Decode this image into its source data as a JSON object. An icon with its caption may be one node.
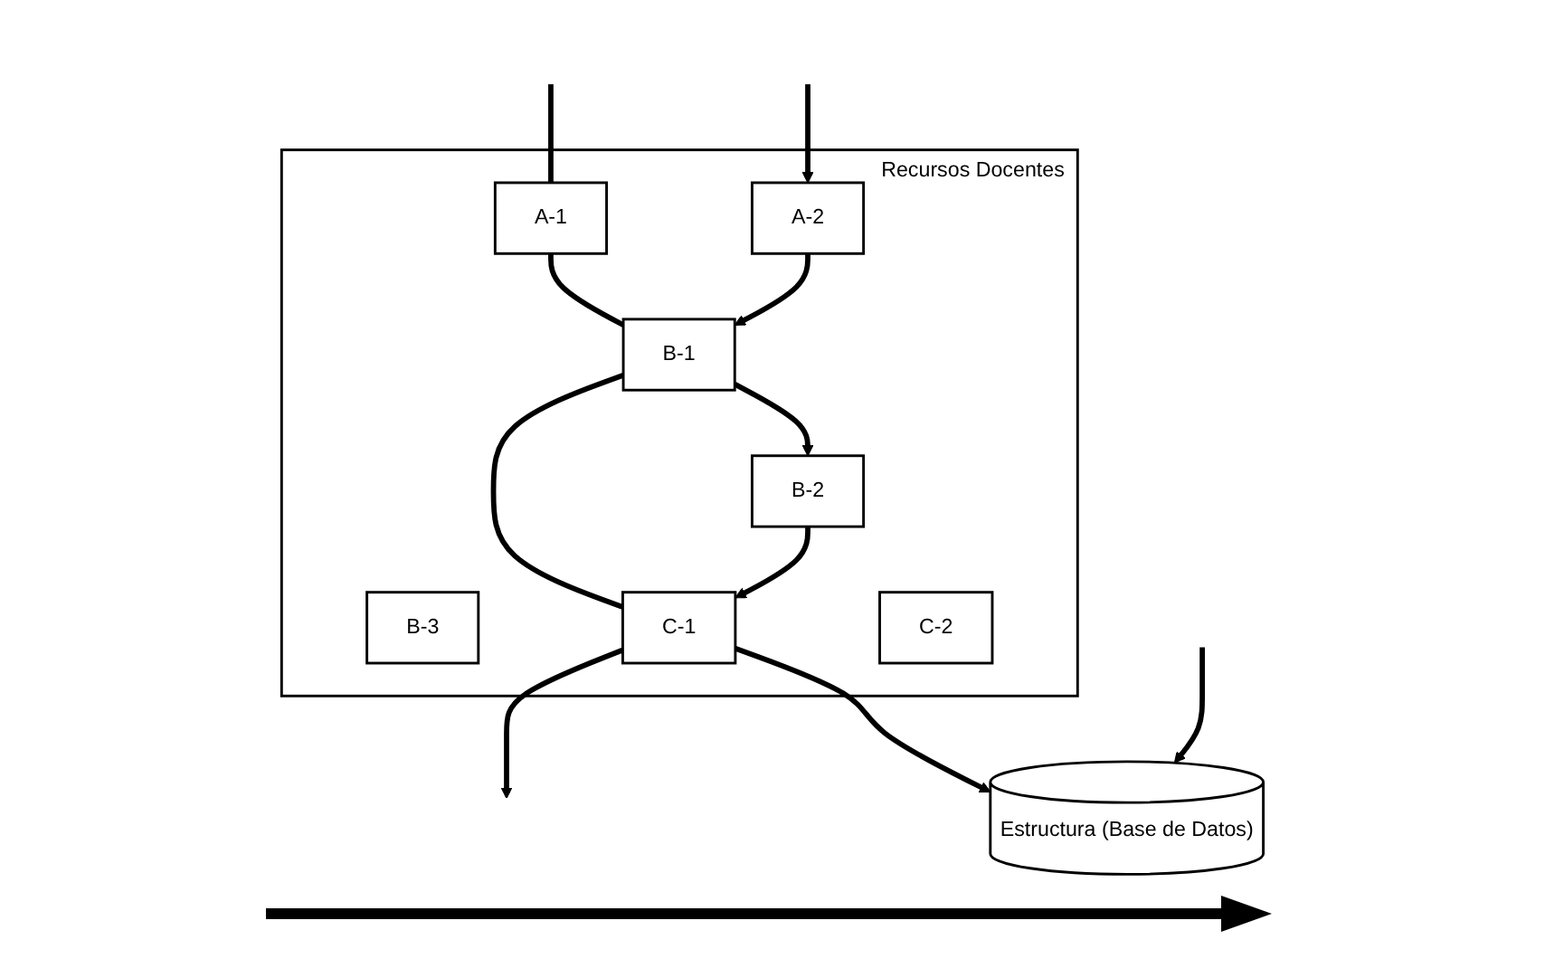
{
  "diagram": {
    "nodes": [
      {
        "text": [
          "Recursos Docentes"
        ]
      },
      {
        "text": [
          "A-1"
        ],
        "in": 0
      },
      {
        "text": [
          "A-2"
        ],
        "in": 0
      },
      {
        "text": [
          "B-1"
        ],
        "in": 0
      },
      {
        "text": [
          "B-2"
        ],
        "in": 0
      },
      {
        "text": [
          "B-3"
        ],
        "in": 0
      },
      {
        "text": [
          "C-1"
        ],
        "in": 0
      },
      {
        "text": [
          "C-2"
        ],
        "in": 0
      },
      {
        "text": [
          "Estructura (Base de Datos)"
        ]
      }
    ],
    "edges": [
      {
        "from": null,
        "to": 1,
        "arrow": "none"
      },
      {
        "from": 1,
        "to": 3,
        "arrow": "none"
      },
      {
        "from": 3,
        "to": 6,
        "arrow": "none"
      },
      {
        "from": 6,
        "to": null,
        "arrow": "to"
      },
      {
        "from": null,
        "to": 2,
        "arrow": "to"
      },
      {
        "from": 2,
        "to": 3,
        "arrow": "to"
      },
      {
        "from": 3,
        "to": 4,
        "arrow": "to"
      },
      {
        "from": 4,
        "to": 6,
        "arrow": "to"
      },
      {
        "from": null,
        "to": 8,
        "arrow": "to"
      },
      {
        "from": 6,
        "to": 8,
        "arrow": "to"
      }
    ]
  }
}
